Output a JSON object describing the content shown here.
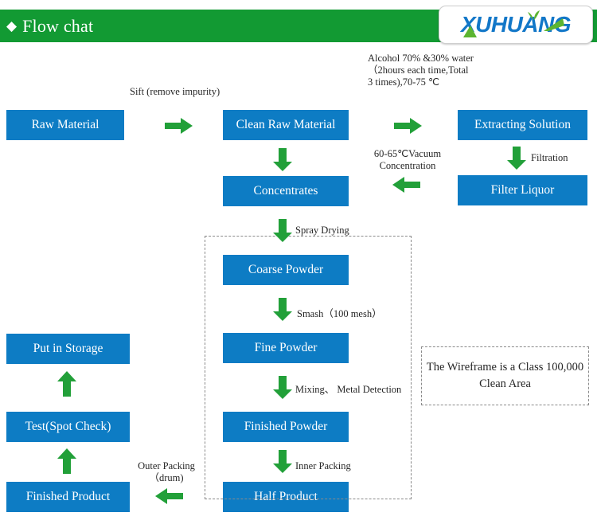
{
  "header": {
    "bullet": "◆",
    "title": "Flow chat",
    "bar_color": "#129a33"
  },
  "logo": {
    "brand": "XUHUANG",
    "text_color": "#1277c8",
    "accent_color": "#5cb531"
  },
  "colors": {
    "box_blue": "#0d7cc4",
    "arrow_green": "#22a039",
    "header_green": "#129a33",
    "dashed_gray": "#8a8a8a"
  },
  "boxes": [
    {
      "id": "raw-material",
      "label": "Raw Material"
    },
    {
      "id": "clean-raw-material",
      "label": "Clean Raw Material"
    },
    {
      "id": "extracting-solution",
      "label": "Extracting Solution"
    },
    {
      "id": "concentrates",
      "label": "Concentrates"
    },
    {
      "id": "filter-liquor",
      "label": "Filter Liquor"
    },
    {
      "id": "coarse-powder",
      "label": "Coarse Powder"
    },
    {
      "id": "fine-powder",
      "label": "Fine Powder"
    },
    {
      "id": "finished-powder",
      "label": "Finished Powder"
    },
    {
      "id": "half-product",
      "label": "Half Product"
    },
    {
      "id": "put-in-storage",
      "label": "Put in Storage"
    },
    {
      "id": "test-spot-check",
      "label": "Test(Spot Check)"
    },
    {
      "id": "finished-product",
      "label": "Finished Product"
    }
  ],
  "labels": {
    "sift": "Sift (remove impurity)",
    "alcohol": "Alcohol 70% &30% water （2hours each time,Total 3 times),70-75 ℃",
    "vacuum": "60-65℃Vacuum Concentration",
    "filtration": "Filtration",
    "spray_drying": "Spray Drying",
    "smash": "Smash（100 mesh）",
    "mixing": "Mixing、 Metal Detection",
    "inner_packing": "Inner Packing",
    "outer_packing": "Outer Packing（drum)",
    "clean_area_note": "The Wireframe is a Class 100,000 Clean Area"
  }
}
